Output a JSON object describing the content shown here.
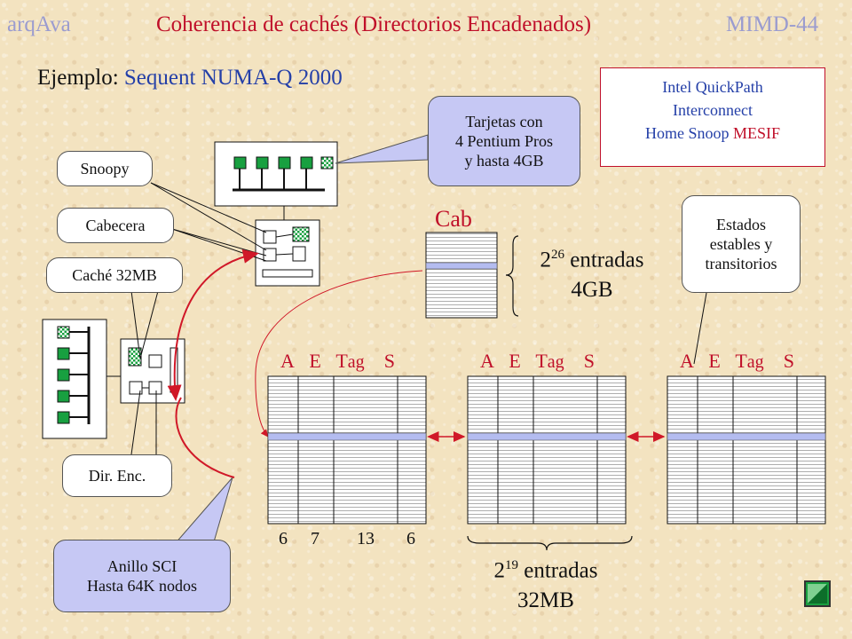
{
  "header": {
    "left": "arqAva",
    "title": "Coherencia de cachés (Directorios Encadenados)",
    "right": "MIMD-44"
  },
  "subtitle": {
    "label": "Ejemplo:",
    "value": "Sequent NUMA-Q 2000"
  },
  "callouts": {
    "tarjetas": [
      "Tarjetas con",
      "4 Pentium Pros",
      "y hasta 4GB"
    ],
    "snoopy": "Snoopy",
    "cabecera": "Cabecera",
    "cache": "Caché 32MB",
    "dir_enc": "Dir. Enc.",
    "anillo": [
      "Anillo SCI",
      "Hasta 64K nodos"
    ],
    "estados": [
      "Estados",
      "estables y",
      "transitorios"
    ]
  },
  "quickpath": {
    "line1": "Intel QuickPath",
    "line2": "Interconnect",
    "line3_a": "Home Snoop ",
    "line3_b": "MESIF"
  },
  "cab": {
    "label": "Cab",
    "entries_base": "2",
    "entries_exp": "26",
    "entries_word": " entradas",
    "size": "4GB"
  },
  "cache_tables": {
    "col_labels": [
      "A",
      "E",
      "T",
      "ag",
      "S"
    ],
    "bit_widths": [
      "6",
      "7",
      "13",
      "6"
    ],
    "entries_base": "2",
    "entries_exp": "19",
    "entries_word": " entradas",
    "size": "32MB"
  },
  "colors": {
    "accent_red": "#c0102a",
    "accent_blue": "#2540a8",
    "bubble_blue": "#c6c8f4",
    "chip_green": "#18a040",
    "highlight_row": "#b4bcf0"
  }
}
